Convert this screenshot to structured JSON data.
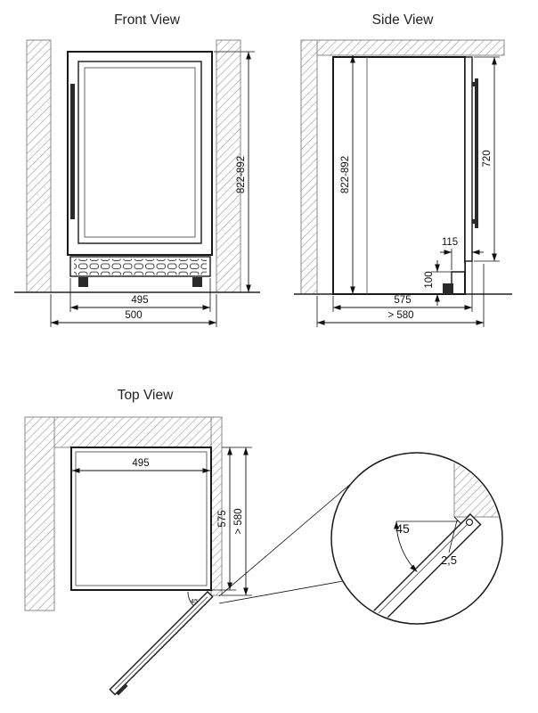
{
  "front_view": {
    "title": "Front View",
    "dim_height": "822-892",
    "dim_width_appliance": "495",
    "dim_width_niche": "500"
  },
  "side_view": {
    "title": "Side View",
    "dim_height": "822-892",
    "dim_door_height": "720",
    "dim_recess": "115",
    "dim_plinth_height": "100",
    "dim_depth": "575",
    "dim_niche_depth": "> 580"
  },
  "top_view": {
    "title": "Top View",
    "dim_width": "495",
    "dim_depth": "575",
    "dim_niche_depth": "> 580",
    "door_angle": "45"
  },
  "detail_view": {
    "angle": "45",
    "gap": "2,5"
  }
}
